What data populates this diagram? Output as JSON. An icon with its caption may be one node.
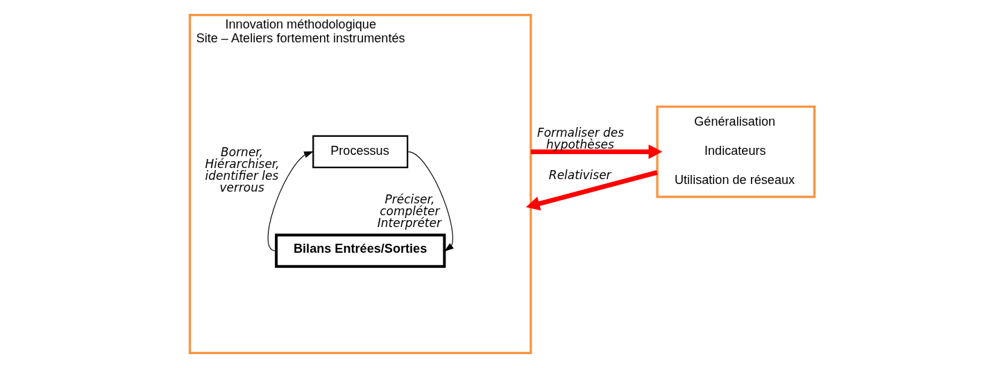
{
  "diagram": {
    "nodes": [
      {
        "text": [
          "Innovation méthodologique",
          "Site – Ateliers fortement instrumentés"
        ]
      },
      {
        "text": [
          "Processus"
        ],
        "in": 0
      },
      {
        "text": [
          "Bilans Entrées/Sorties"
        ],
        "in": 0
      },
      {
        "text": [
          "Généralisation",
          "Indicateurs",
          "Utilisation de réseaux"
        ]
      }
    ],
    "edges": [
      {
        "from": 2,
        "to": 1,
        "arrow": "to",
        "label": "Borner, Hiérarchiser, identifier les verrous"
      },
      {
        "from": 1,
        "to": 2,
        "arrow": "to",
        "label": "Préciser, compléter Interpréter"
      },
      {
        "from": 0,
        "to": 3,
        "arrow": "to",
        "label": "Formaliser des hypothèses",
        "style": "thick",
        "color": "#ff0000"
      },
      {
        "from": 3,
        "to": 0,
        "arrow": "to",
        "label": "Relativiser",
        "style": "thick",
        "color": "#ff0000"
      }
    ]
  }
}
